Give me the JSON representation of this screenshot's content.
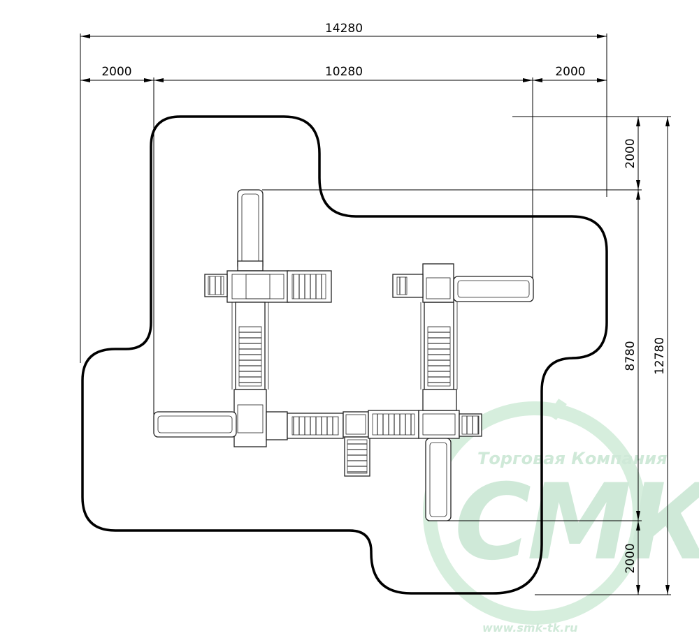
{
  "dimensions": {
    "total_width": "14280",
    "inner_width": "10280",
    "left_margin": "2000",
    "right_margin": "2000",
    "top_margin": "2000",
    "inner_height": "8780",
    "total_height": "12780",
    "bottom_margin": "2000"
  },
  "watermark": {
    "company": "Торговая Компания",
    "logo": "СМК",
    "url": "www.smk-tk.ru",
    "color": "#cfe9d8"
  }
}
